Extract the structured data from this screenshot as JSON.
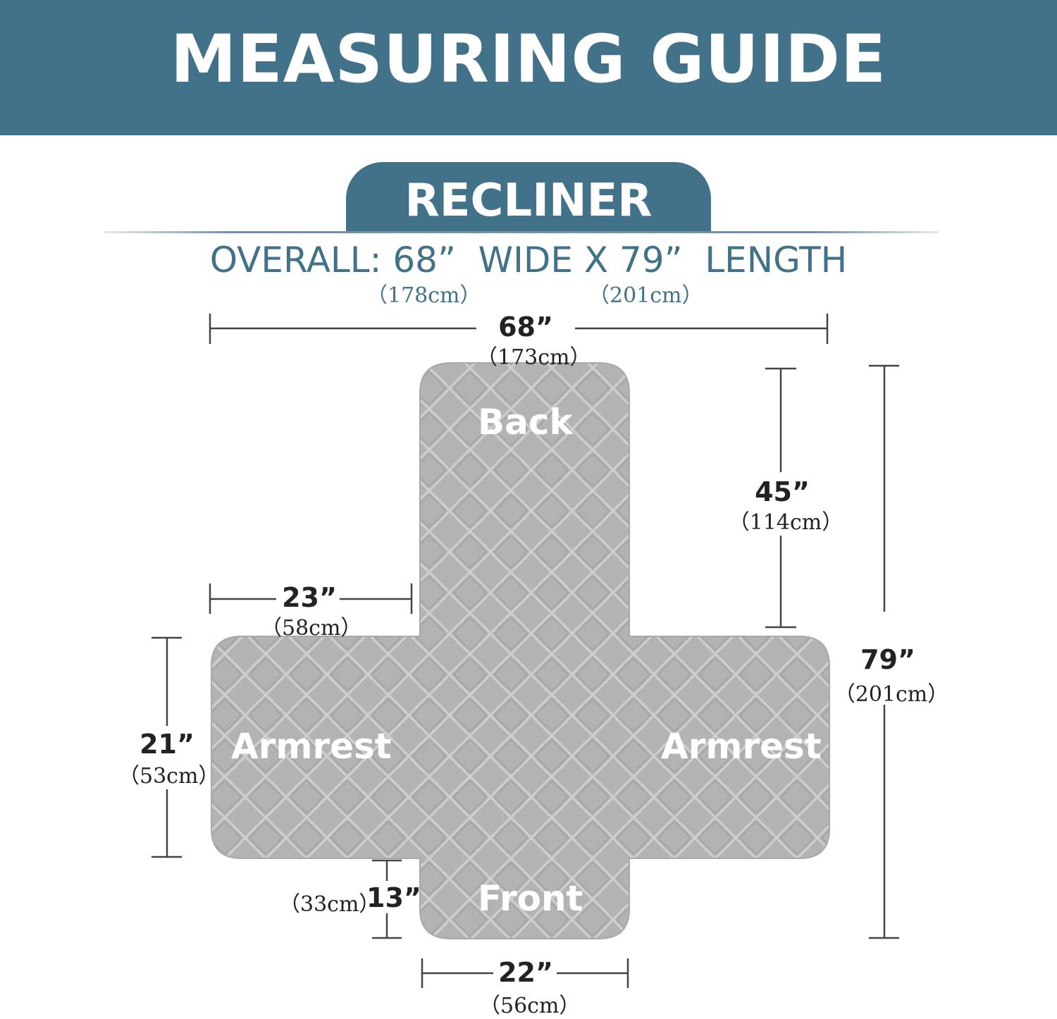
{
  "header": {
    "title": "MEASURING GUIDE"
  },
  "section": {
    "label": "RECLINER"
  },
  "overall": {
    "prefix": "OVERALL: ",
    "width": "68”",
    "middle": "  WIDE X ",
    "length": "79”",
    "suffix": "  LENGTH",
    "width_cm": "（178cm）",
    "length_cm": "（201cm）"
  },
  "parts": {
    "back": "Back",
    "armrest_left": "Armrest",
    "armrest_right": "Armrest",
    "front": "Front"
  },
  "dimensions": {
    "total_width": {
      "in": "68”",
      "cm": "（173cm）"
    },
    "back_length": {
      "in": "45”",
      "cm": "（114cm）"
    },
    "total_length": {
      "in": "79”",
      "cm": "（201cm）"
    },
    "armrest_width": {
      "in": "23”",
      "cm": "（58cm）"
    },
    "armrest_length": {
      "in": "21”",
      "cm": "（53cm）"
    },
    "front_length": {
      "in": "13”",
      "cm": "（33cm）"
    },
    "front_width": {
      "in": "22”",
      "cm": "（56cm）"
    }
  },
  "colors": {
    "brand": "#42728a",
    "cover": "#b3b3b3",
    "quilt": "#c8c8c8",
    "dimension_line": "#444444"
  }
}
